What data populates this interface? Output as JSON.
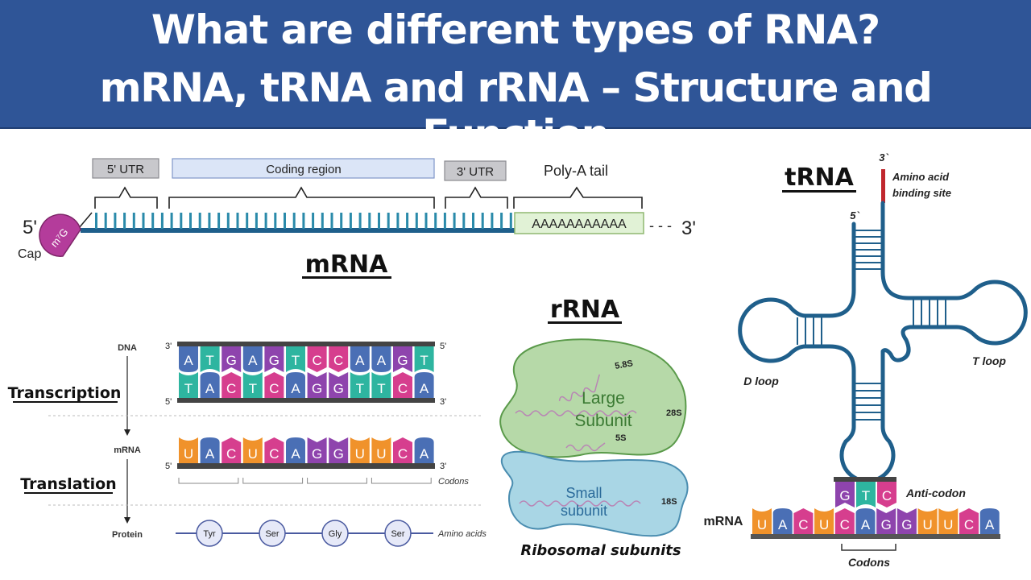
{
  "header": {
    "line1": "What are different types of RNA?",
    "line2": "mRNA, tRNA and rRNA – Structure and Function",
    "bg_color": "#2f5597"
  },
  "mrna_structure": {
    "title": "mRNA",
    "five_prime": "5'",
    "three_prime": "3'",
    "cap_label": "Cap",
    "cap_glyph": "m⁷G",
    "regions": [
      {
        "label": "5' UTR"
      },
      {
        "label": "Coding region"
      },
      {
        "label": "3' UTR"
      },
      {
        "label": "Poly-A tail"
      }
    ],
    "polya_sequence": "AAAAAAAAAAA",
    "tail_dashes": "- - -"
  },
  "central_dogma": {
    "steps": [
      {
        "label": "Transcription"
      },
      {
        "label": "Translation"
      }
    ],
    "dna": {
      "label": "DNA",
      "top_strand": [
        "A",
        "T",
        "G",
        "A",
        "G",
        "T",
        "C",
        "C",
        "A",
        "A",
        "G",
        "T"
      ],
      "bottom_strand": [
        "T",
        "A",
        "C",
        "T",
        "C",
        "A",
        "G",
        "G",
        "T",
        "T",
        "C",
        "A"
      ],
      "top_left": "3'",
      "top_right": "5'",
      "bottom_left": "5'",
      "bottom_right": "3'"
    },
    "mrna": {
      "label": "mRNA",
      "sequence": [
        "U",
        "A",
        "C",
        "U",
        "C",
        "A",
        "G",
        "G",
        "U",
        "U",
        "C",
        "A"
      ],
      "left": "5'",
      "right": "3'",
      "codons_label": "Codons"
    },
    "protein": {
      "label": "Protein",
      "amino_acids": [
        "Tyr",
        "Ser",
        "Gly",
        "Ser"
      ],
      "chain_label": "Amino acids"
    },
    "base_colors": {
      "A": "#4a6fb5",
      "T": "#2eb5a0",
      "G": "#8e44ad",
      "C": "#d63e8e",
      "U": "#f0922b"
    }
  },
  "rrna": {
    "title": "rRNA",
    "large_subunit": {
      "label_line1": "Large",
      "label_line2": "Subunit",
      "rnas": [
        "5.8S",
        "28S",
        "5S"
      ]
    },
    "small_subunit": {
      "label_line1": "Small",
      "label_line2": "subunit",
      "rnas": [
        "18S"
      ]
    },
    "caption": "Ribosomal subunits"
  },
  "trna": {
    "title": "tRNA",
    "three_prime": "3`",
    "five_prime": "5`",
    "binding_site_line1": "Amino acid",
    "binding_site_line2": "binding site",
    "d_loop": "D loop",
    "t_loop": "T loop",
    "anticodon": [
      "G",
      "T",
      "C"
    ],
    "anticodon_label": "Anti-codon",
    "mrna_label": "mRNA",
    "mrna_sequence": [
      "U",
      "A",
      "C",
      "U",
      "C",
      "A",
      "G",
      "G",
      "U",
      "U",
      "C",
      "A"
    ],
    "codons_label": "Codons"
  }
}
